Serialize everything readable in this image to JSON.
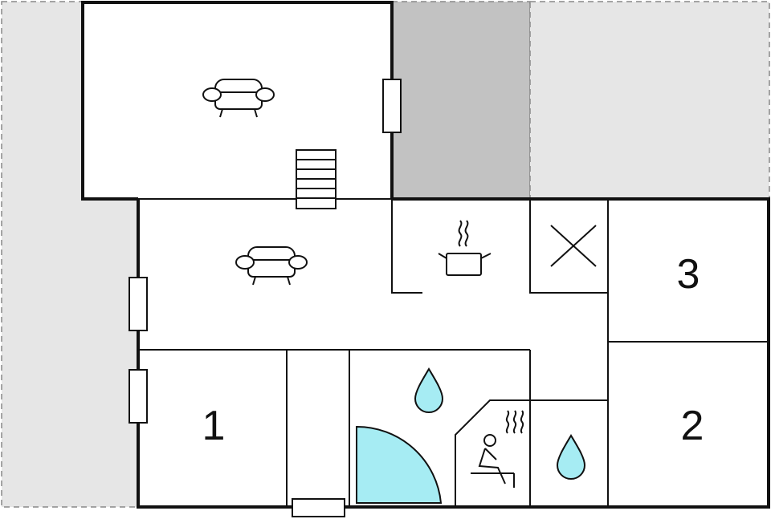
{
  "colors": {
    "outdoor": "#e6e6e6",
    "covered_terrace": "#c2c2c2",
    "wall": "#111111",
    "water": "#a6ecf3",
    "background": "#ffffff"
  },
  "rooms": {
    "bedroom_1": {
      "label": "1"
    },
    "bedroom_2": {
      "label": "2"
    },
    "bedroom_3": {
      "label": "3"
    }
  },
  "icons": {
    "sofa": "sofa-icon",
    "stairs": "stairs-icon",
    "cooking_pot": "cooking-pot-icon",
    "closet": "closet-cross-icon",
    "water_drop": "water-drop-icon",
    "shower_cabin": "shower-cabin-icon",
    "sauna": "sauna-icon",
    "window": "window-icon",
    "door": "door-icon"
  }
}
